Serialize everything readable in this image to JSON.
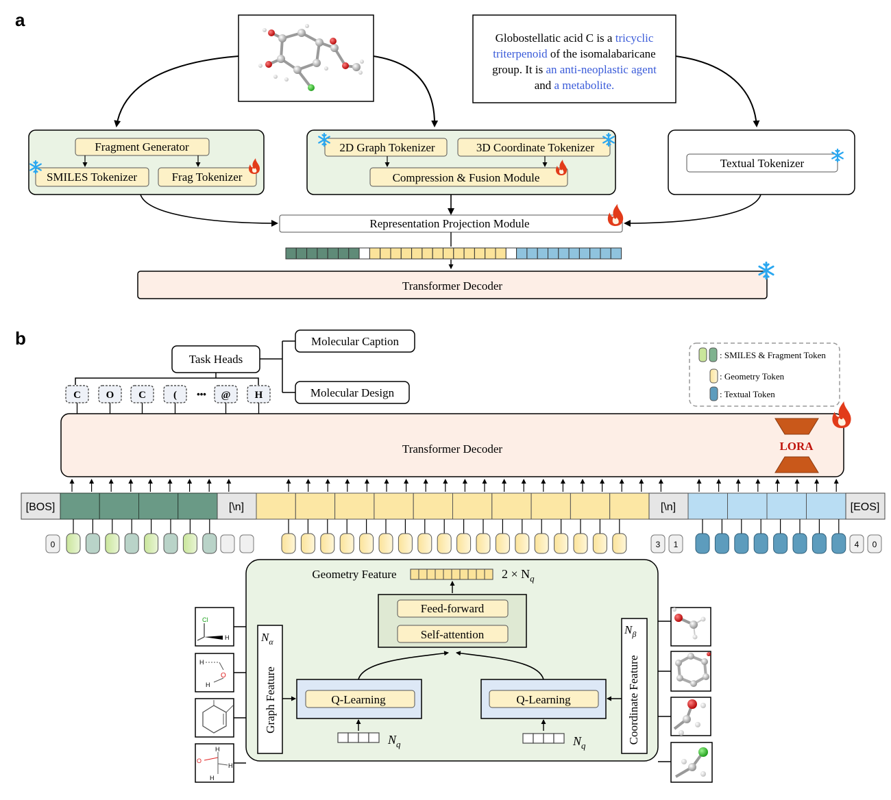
{
  "panel_a": {
    "letter": "a",
    "text_box": {
      "segments": [
        {
          "text": "Globostellatic acid C is a ",
          "highlight": false,
          "line": 0
        },
        {
          "text": "tricyclic",
          "highlight": true,
          "line": 0
        },
        {
          "text": "triterpenoid",
          "highlight": true,
          "line": 1
        },
        {
          "text": " of the isomalabaricane",
          "highlight": false,
          "line": 1
        },
        {
          "text": "group. It is ",
          "highlight": false,
          "line": 2
        },
        {
          "text": "an anti-neoplastic agent",
          "highlight": true,
          "line": 2
        },
        {
          "text": "and ",
          "highlight": false,
          "line": 3
        },
        {
          "text": "a metabolite.",
          "highlight": true,
          "line": 3
        }
      ]
    },
    "fragment_generator": "Fragment Generator",
    "smiles_tokenizer": "SMILES Tokenizer",
    "frag_tokenizer": "Frag Tokenizer",
    "graph_tokenizer": "2D Graph Tokenizer",
    "coord_tokenizer": "3D Coordinate Tokenizer",
    "compression_fusion": "Compression & Fusion Module",
    "textual_tokenizer": "Textual Tokenizer",
    "projection_module": "Representation Projection Module",
    "transformer_decoder": "Transformer Decoder"
  },
  "panel_b": {
    "letter": "b",
    "task_heads": "Task Heads",
    "molecular_caption": "Molecular Caption",
    "molecular_design": "Molecular Design",
    "output_tokens": [
      "C",
      "O",
      "C",
      "(",
      "@",
      "H"
    ],
    "ellipsis": "•••",
    "legend": {
      "smiles_frag": ": SMILES & Fragment Token",
      "geometry": ": Geometry Token",
      "textual": ": Textual Token"
    },
    "transformer_decoder": "Transformer Decoder",
    "lora": "LORA",
    "bos": "[BOS]",
    "newline": "[\\n]",
    "eos": "[EOS]",
    "index_tokens_left": [
      "0"
    ],
    "index_tokens_mid": [
      "3",
      "1"
    ],
    "index_tokens_right": [
      "4",
      "0"
    ],
    "geometry_feature": "Geometry Feature",
    "geometry_count": "2 × N",
    "geometry_count_sub": "q",
    "feed_forward": "Feed-forward",
    "self_attention": "Self-attention",
    "q_learning": "Q-Learning",
    "graph_feature": "Graph Feature",
    "coordinate_feature": "Coordinate Feature",
    "n_alpha": "N",
    "n_alpha_sub": "α",
    "n_beta": "N",
    "n_beta_sub": "β",
    "n_q": "N",
    "n_q_sub": "q",
    "graph_atom_labels": {
      "cl": "Cl",
      "h": "H",
      "o": "O"
    }
  },
  "colors": {
    "green_panel": "#eaf3e4",
    "cream": "#fdf1c7",
    "frag_dark": "#5f8b78",
    "geom": "#fbe39a",
    "text_tok": "#8fc3de",
    "text_tok_light": "#b9ddf3",
    "decoder": "#fdeee6",
    "lora": "#c9581a",
    "qbox": "#dde8f6",
    "highlight": "#3a5bd9",
    "frost": "#2aa7f0",
    "flame": "#e23b1a"
  }
}
